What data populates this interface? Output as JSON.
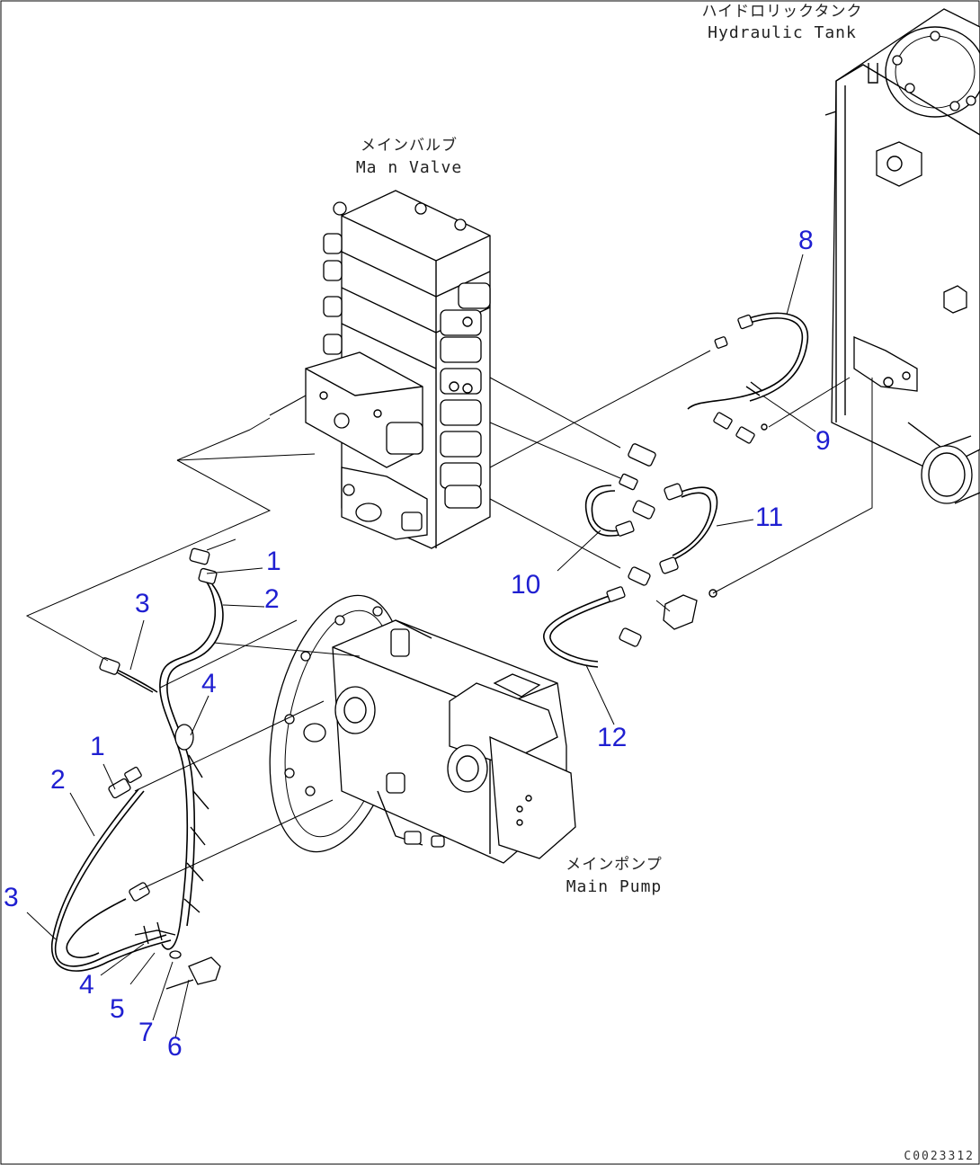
{
  "components": {
    "hydraulic_tank": {
      "label_jp": "ハイドロリックタンク",
      "label_en": "Hydraulic Tank"
    },
    "main_valve": {
      "label_jp": "メインバルブ",
      "label_en": "Ma n Valve"
    },
    "main_pump": {
      "label_jp": "メインポンプ",
      "label_en": "Main Pump"
    }
  },
  "callouts": [
    {
      "id": "c1a",
      "text": "1"
    },
    {
      "id": "c2a",
      "text": "2"
    },
    {
      "id": "c3a",
      "text": "3"
    },
    {
      "id": "c4a",
      "text": "4"
    },
    {
      "id": "c1b",
      "text": "1"
    },
    {
      "id": "c2b",
      "text": "2"
    },
    {
      "id": "c3b",
      "text": "3"
    },
    {
      "id": "c4b",
      "text": "4"
    },
    {
      "id": "c5",
      "text": "5"
    },
    {
      "id": "c7",
      "text": "7"
    },
    {
      "id": "c6",
      "text": "6"
    },
    {
      "id": "c8",
      "text": "8"
    },
    {
      "id": "c9",
      "text": "9"
    },
    {
      "id": "c10",
      "text": "10"
    },
    {
      "id": "c11",
      "text": "11"
    },
    {
      "id": "c12",
      "text": "12"
    }
  ],
  "drawing_code": "C0023312",
  "colors": {
    "callout": "#1f1fd1",
    "line": "#000000",
    "background": "#ffffff"
  }
}
